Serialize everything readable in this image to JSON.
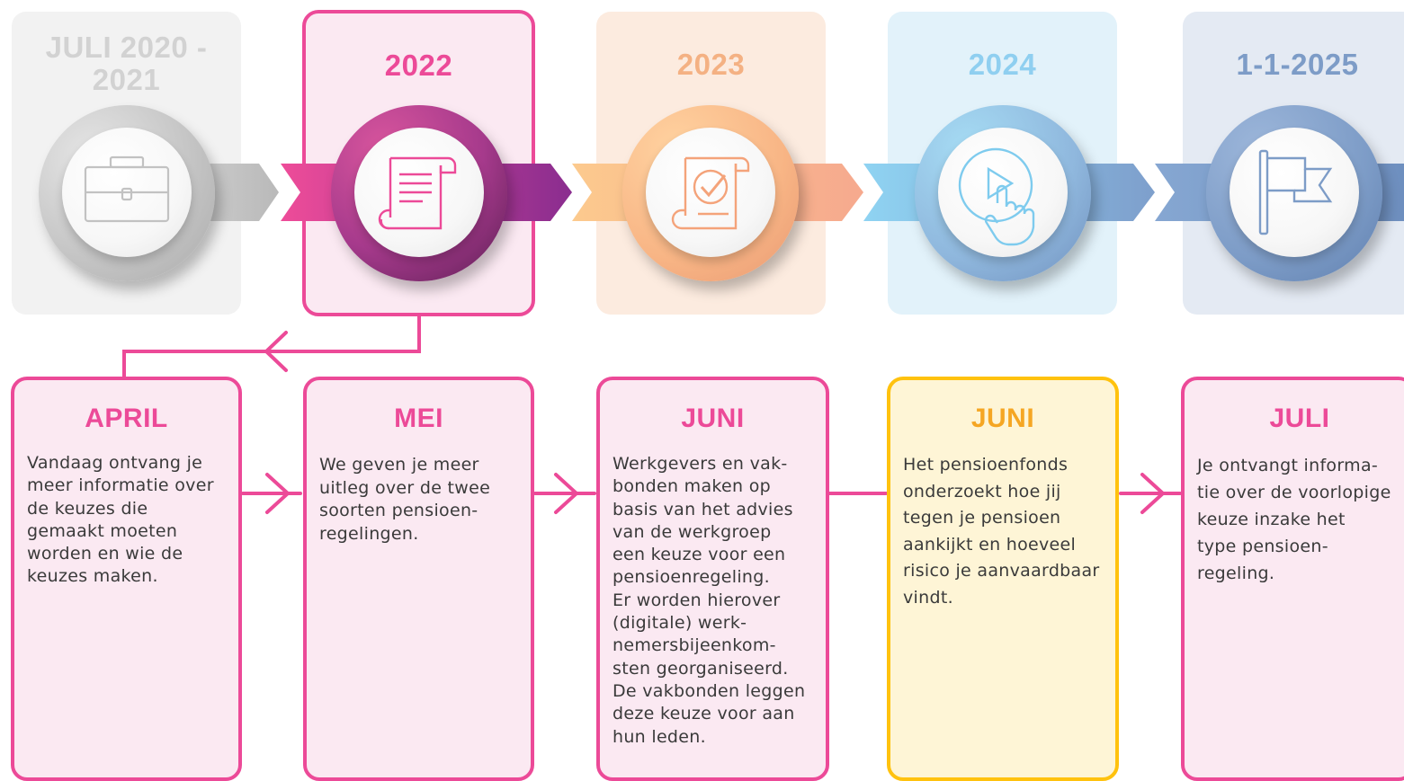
{
  "periods": [
    {
      "title_lines": [
        "JULI 2020 -",
        "2021"
      ],
      "icon": "briefcase-icon",
      "highlighted": false
    },
    {
      "title_lines": [
        "2022"
      ],
      "icon": "scroll-document-icon",
      "highlighted": true
    },
    {
      "title_lines": [
        "2023"
      ],
      "icon": "certificate-check-icon",
      "highlighted": false
    },
    {
      "title_lines": [
        "2024"
      ],
      "icon": "play-click-hand-icon",
      "highlighted": false
    },
    {
      "title_lines": [
        "1-1-2025"
      ],
      "icon": "flag-icon",
      "highlighted": false
    }
  ],
  "months": [
    {
      "title": "APRIL",
      "text": "Vandaag ontvang je\nmeer informatie over\nde keuzes die\ngemaakt moeten\nworden en wie de\nkeuzes maken."
    },
    {
      "title": "MEI",
      "text": "We geven je meer\nuitleg over de twee\nsoorten pensioen-\nregelingen."
    },
    {
      "title": "JUNI",
      "text": "Werkgevers en vak-\nbonden maken op\nbasis van het advies\nvan de werkgroep\neen keuze voor een\npensioenregeling.\nEr worden hierover\n(digitale) werk-\nnemersbijeenkom-\nsten georganiseerd.\nDe vakbonden leggen\ndeze keuze voor aan\nhun leden."
    },
    {
      "title": "JUNI",
      "text": "Het pensioenfonds\nonderzoekt hoe jij\ntegen je pensioen\naankijkt en hoeveel\nrisico je aanvaardbaar\nvindt."
    },
    {
      "title": "JULI",
      "text": "Je ontvangt informa-\ntie over de voorlopige\nkeuze inzake het\ntype pensioen-\nregeling."
    }
  ],
  "colors": {
    "pink": "#ec4a98",
    "purple": "#8e2d8e",
    "orange": "#f7b07c",
    "light_blue": "#7ecbee",
    "slate_blue": "#7d9cc7",
    "grey": "#c8c8c8",
    "yellow": "#ffc20e"
  }
}
